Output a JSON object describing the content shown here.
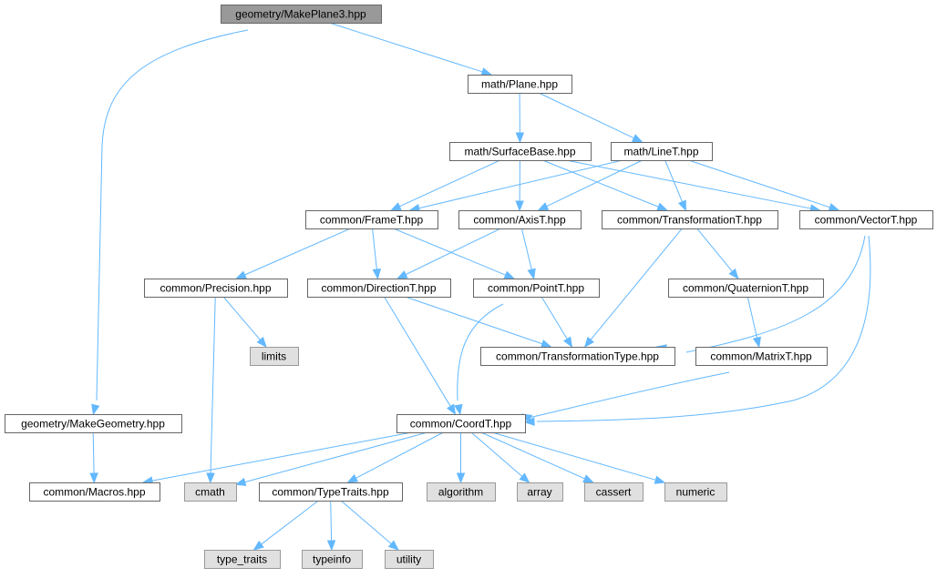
{
  "colors": {
    "edge": "#63b8ff",
    "root_fill": "#999999",
    "root_stroke": "#666666",
    "node_fill": "#ffffff",
    "node_stroke": "#666666",
    "system_fill": "#e0e0e0",
    "system_stroke": "#999999"
  },
  "nodes": [
    {
      "id": "makeplane3",
      "label": "geometry/MakePlane3.hpp",
      "kind": "root"
    },
    {
      "id": "plane",
      "label": "math/Plane.hpp",
      "kind": "file"
    },
    {
      "id": "surfacebase",
      "label": "math/SurfaceBase.hpp",
      "kind": "file"
    },
    {
      "id": "linet",
      "label": "math/LineT.hpp",
      "kind": "file"
    },
    {
      "id": "framet",
      "label": "common/FrameT.hpp",
      "kind": "file"
    },
    {
      "id": "axist",
      "label": "common/AxisT.hpp",
      "kind": "file"
    },
    {
      "id": "transformationt",
      "label": "common/TransformationT.hpp",
      "kind": "file"
    },
    {
      "id": "vectort",
      "label": "common/VectorT.hpp",
      "kind": "file"
    },
    {
      "id": "precision",
      "label": "common/Precision.hpp",
      "kind": "file"
    },
    {
      "id": "directiont",
      "label": "common/DirectionT.hpp",
      "kind": "file"
    },
    {
      "id": "pointt",
      "label": "common/PointT.hpp",
      "kind": "file"
    },
    {
      "id": "quaterniont",
      "label": "common/QuaternionT.hpp",
      "kind": "file"
    },
    {
      "id": "limits",
      "label": "limits",
      "kind": "system"
    },
    {
      "id": "transformationtype",
      "label": "common/TransformationType.hpp",
      "kind": "file"
    },
    {
      "id": "matrixt",
      "label": "common/MatrixT.hpp",
      "kind": "file"
    },
    {
      "id": "makegeometry",
      "label": "geometry/MakeGeometry.hpp",
      "kind": "file"
    },
    {
      "id": "coordt",
      "label": "common/CoordT.hpp",
      "kind": "file"
    },
    {
      "id": "macros",
      "label": "common/Macros.hpp",
      "kind": "file"
    },
    {
      "id": "cmath",
      "label": "cmath",
      "kind": "system"
    },
    {
      "id": "typetraits",
      "label": "common/TypeTraits.hpp",
      "kind": "file"
    },
    {
      "id": "algorithm",
      "label": "algorithm",
      "kind": "system"
    },
    {
      "id": "array",
      "label": "array",
      "kind": "system"
    },
    {
      "id": "cassert",
      "label": "cassert",
      "kind": "system"
    },
    {
      "id": "numeric",
      "label": "numeric",
      "kind": "system"
    },
    {
      "id": "type_traits",
      "label": "type_traits",
      "kind": "system"
    },
    {
      "id": "typeinfo",
      "label": "typeinfo",
      "kind": "system"
    },
    {
      "id": "utility",
      "label": "utility",
      "kind": "system"
    }
  ],
  "edges": [
    {
      "from": "makeplane3",
      "to": "plane"
    },
    {
      "from": "makeplane3",
      "to": "makegeometry"
    },
    {
      "from": "plane",
      "to": "surfacebase"
    },
    {
      "from": "plane",
      "to": "linet"
    },
    {
      "from": "surfacebase",
      "to": "framet"
    },
    {
      "from": "surfacebase",
      "to": "axist"
    },
    {
      "from": "surfacebase",
      "to": "transformationt"
    },
    {
      "from": "surfacebase",
      "to": "vectort"
    },
    {
      "from": "linet",
      "to": "framet"
    },
    {
      "from": "linet",
      "to": "axist"
    },
    {
      "from": "linet",
      "to": "transformationt"
    },
    {
      "from": "linet",
      "to": "vectort"
    },
    {
      "from": "framet",
      "to": "precision"
    },
    {
      "from": "framet",
      "to": "directiont"
    },
    {
      "from": "framet",
      "to": "pointt"
    },
    {
      "from": "axist",
      "to": "directiont"
    },
    {
      "from": "axist",
      "to": "pointt"
    },
    {
      "from": "transformationt",
      "to": "quaterniont"
    },
    {
      "from": "transformationt",
      "to": "transformationtype"
    },
    {
      "from": "vectort",
      "to": "transformationtype"
    },
    {
      "from": "vectort",
      "to": "coordt"
    },
    {
      "from": "precision",
      "to": "limits"
    },
    {
      "from": "precision",
      "to": "cmath"
    },
    {
      "from": "directiont",
      "to": "transformationtype"
    },
    {
      "from": "directiont",
      "to": "coordt"
    },
    {
      "from": "pointt",
      "to": "transformationtype"
    },
    {
      "from": "pointt",
      "to": "coordt"
    },
    {
      "from": "quaterniont",
      "to": "matrixt"
    },
    {
      "from": "matrixt",
      "to": "coordt"
    },
    {
      "from": "makegeometry",
      "to": "macros"
    },
    {
      "from": "coordt",
      "to": "macros"
    },
    {
      "from": "coordt",
      "to": "cmath"
    },
    {
      "from": "coordt",
      "to": "typetraits"
    },
    {
      "from": "coordt",
      "to": "algorithm"
    },
    {
      "from": "coordt",
      "to": "array"
    },
    {
      "from": "coordt",
      "to": "cassert"
    },
    {
      "from": "coordt",
      "to": "numeric"
    },
    {
      "from": "typetraits",
      "to": "type_traits"
    },
    {
      "from": "typetraits",
      "to": "typeinfo"
    },
    {
      "from": "typetraits",
      "to": "utility"
    }
  ]
}
